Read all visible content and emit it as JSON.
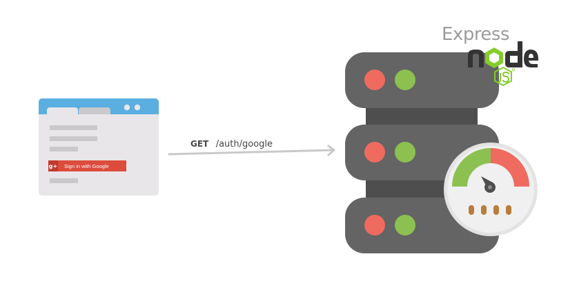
{
  "browser": {
    "signin_button_label": "Sign in with Google",
    "signin_icon_glyph": "g+",
    "accent_color": "#5aaee0",
    "button_color": "#dc4b3b"
  },
  "request": {
    "method": "GET",
    "path": "/auth/google"
  },
  "server": {
    "express_label": "Express",
    "node_logo": "node-js-logo",
    "colors": {
      "body": "#636463",
      "led_red": "#ef6a5f",
      "led_green": "#8cc152",
      "gauge_green": "#8cc152",
      "gauge_red": "#ef6a5f",
      "gauge_face": "#eeeeee"
    }
  }
}
